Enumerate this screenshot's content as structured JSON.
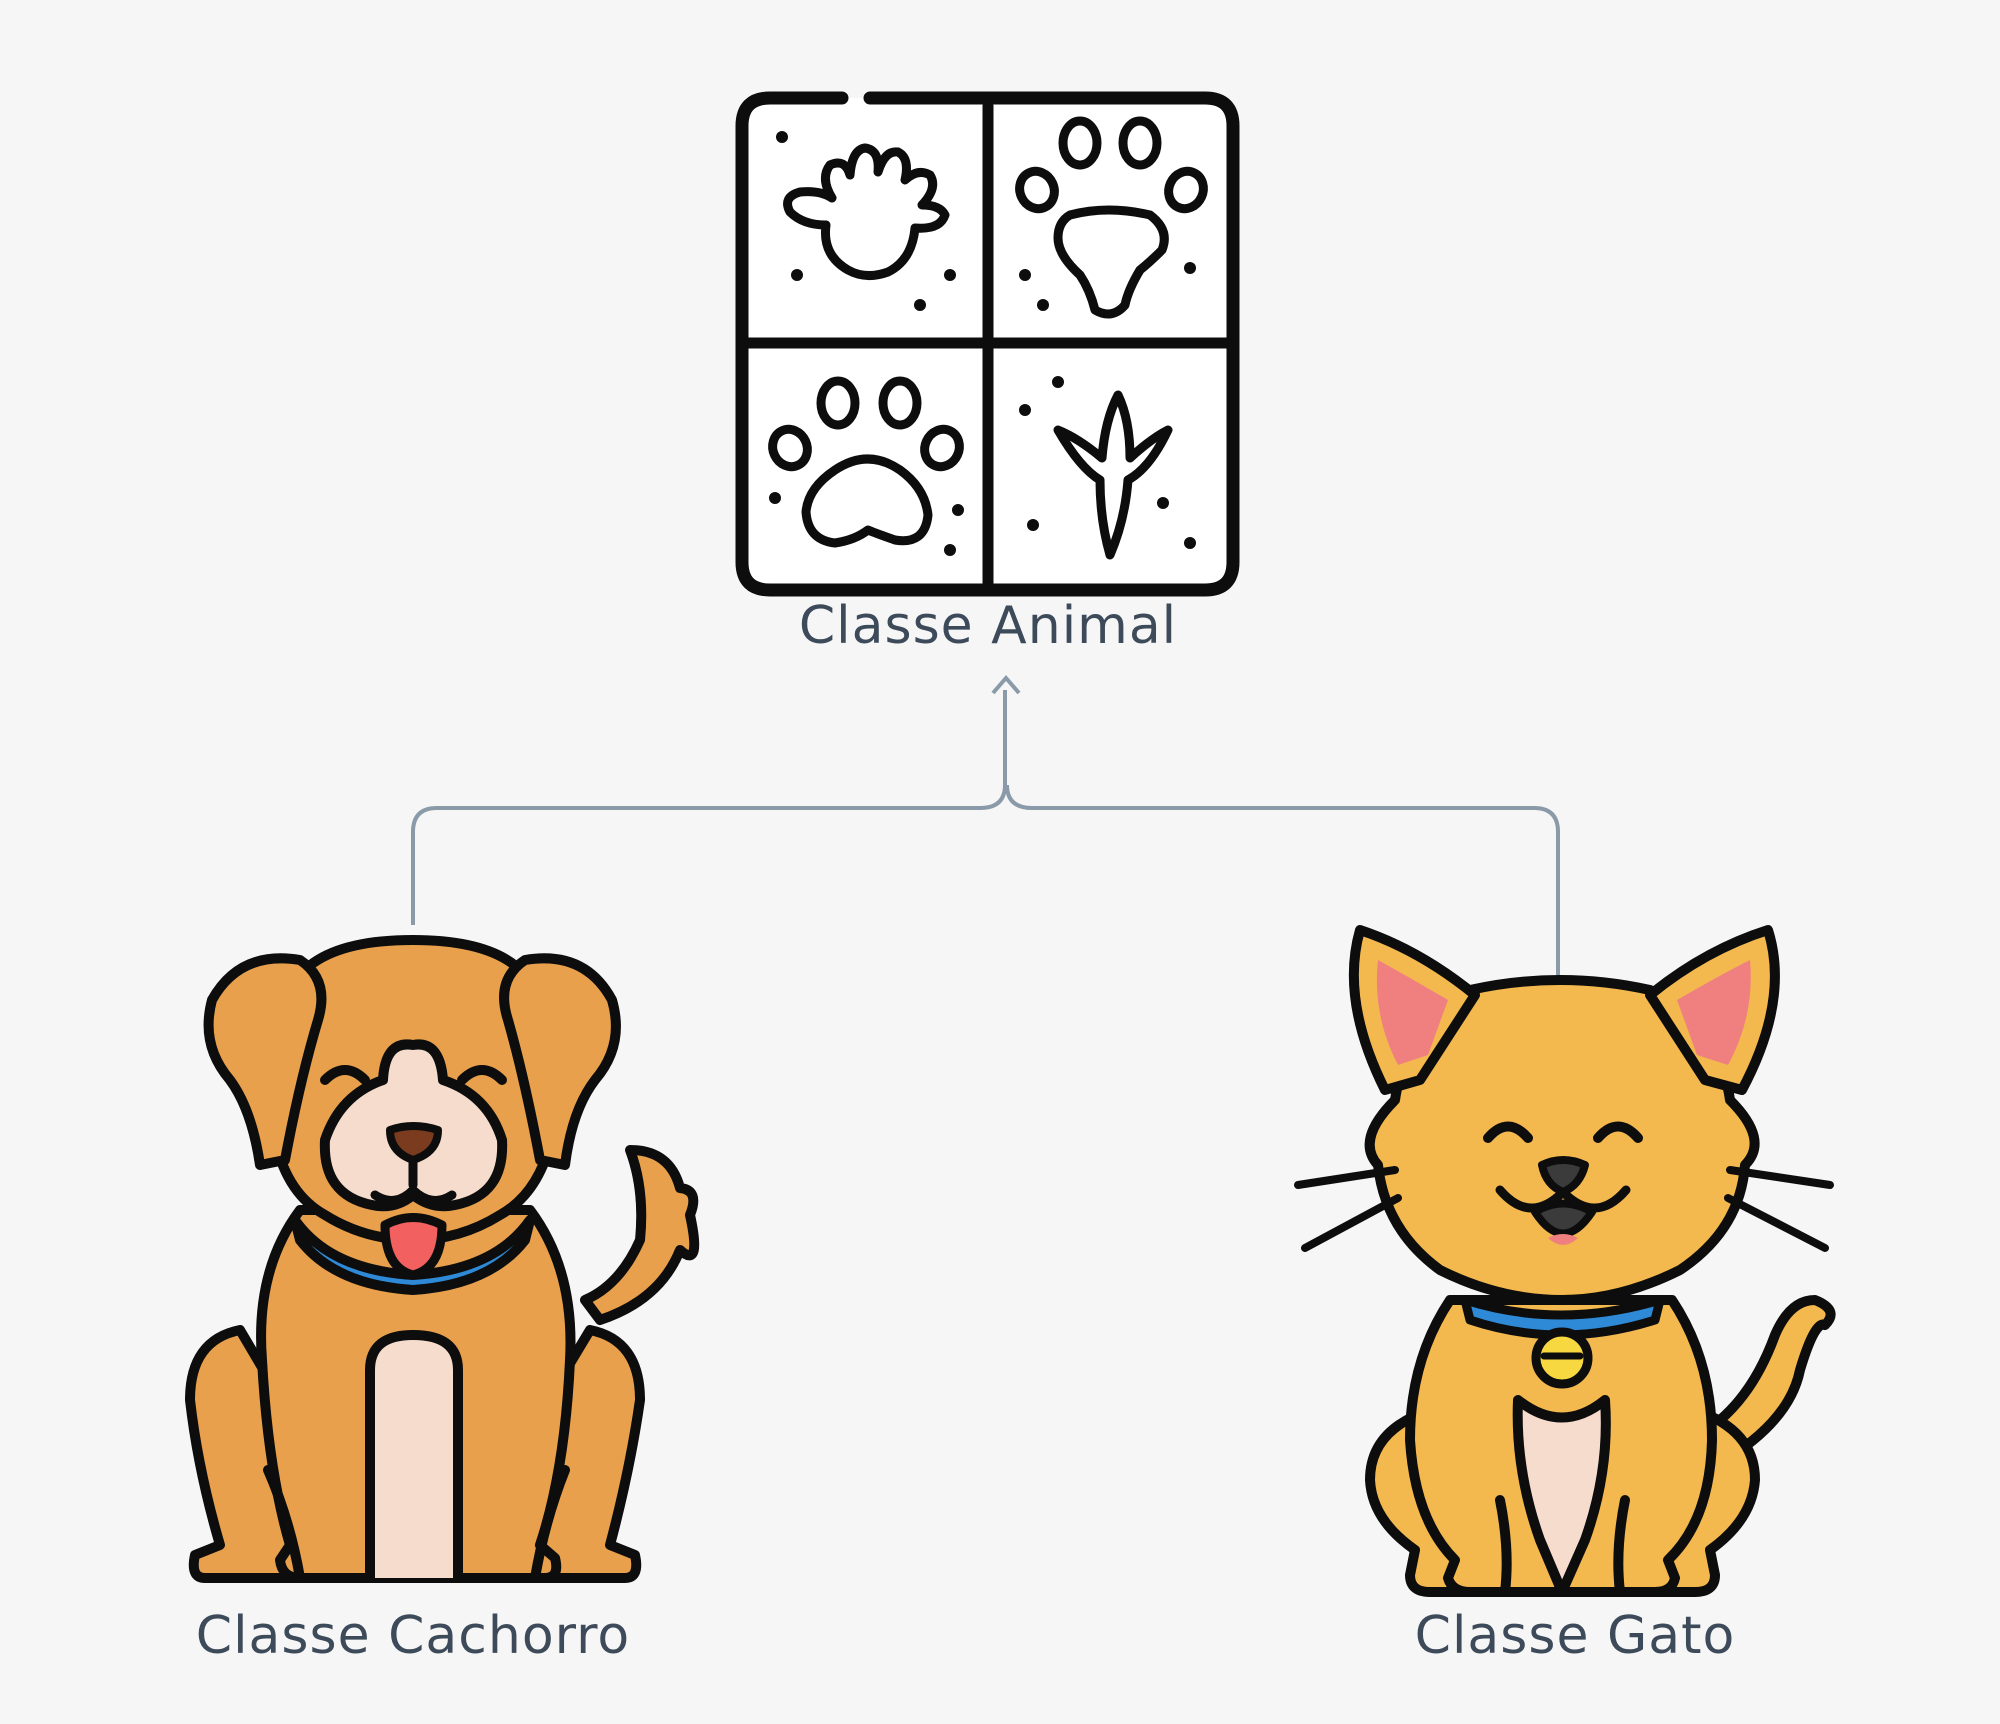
{
  "nodes": {
    "animal": {
      "label": "Classe Animal",
      "icon": "animal-tracks-icon"
    },
    "dog": {
      "label": "Classe Cachorro",
      "icon": "dog-icon"
    },
    "cat": {
      "label": "Classe Gato",
      "icon": "cat-icon"
    }
  },
  "edges": [
    {
      "from": "dog",
      "to": "animal"
    },
    {
      "from": "cat",
      "to": "animal"
    }
  ],
  "colors": {
    "background": "#f6f6f6",
    "connector": "#8a9aa8",
    "label": "#3d4a5a",
    "dog_fur": "#e8a04c",
    "dog_muzzle": "#f6dccd",
    "dog_nose": "#7a3b1f",
    "dog_tongue": "#f26060",
    "collar": "#2e8ad6",
    "cat_fur": "#f4b94e",
    "cat_ear_inner": "#f08080",
    "cat_bell": "#f7d840",
    "cat_chest": "#f6dccd"
  }
}
